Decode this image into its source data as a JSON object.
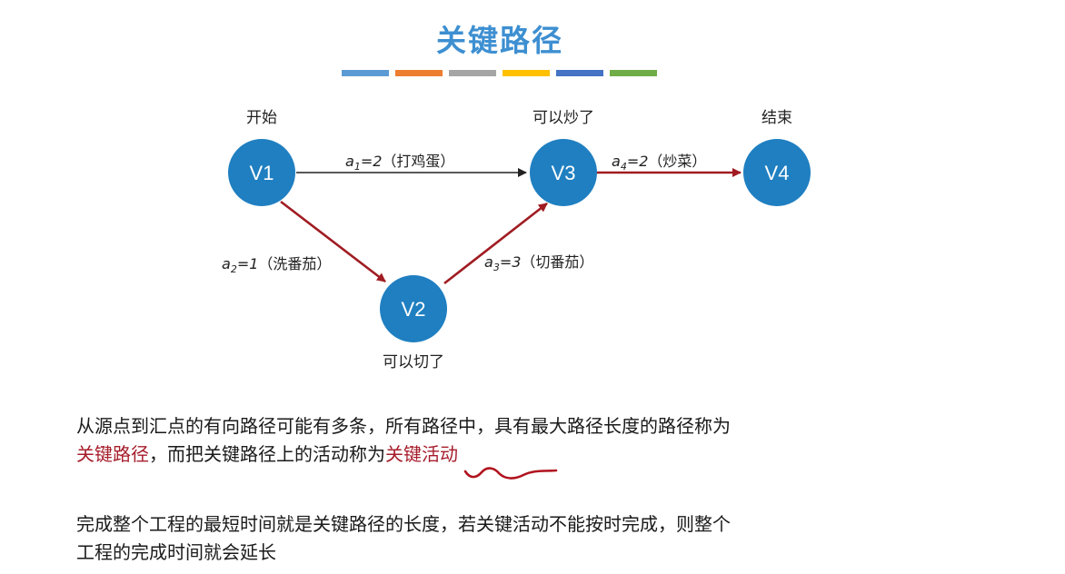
{
  "title": "关键路径",
  "color_bar": [
    "#5b9bd5",
    "#ed7d31",
    "#a5a5a5",
    "#ffc000",
    "#4472c4",
    "#70ad47"
  ],
  "colors": {
    "node": "#1f7fc1",
    "critical_edge": "#a01c22",
    "normal_edge": "#222222",
    "highlight": "#a61d2b"
  },
  "nodes": [
    {
      "id": "V1",
      "caption": "开始"
    },
    {
      "id": "V2",
      "caption": "可以切了"
    },
    {
      "id": "V3",
      "caption": "可以炒了"
    },
    {
      "id": "V4",
      "caption": "结束"
    }
  ],
  "edges": [
    {
      "var": "a",
      "sub": "1",
      "value": "=2",
      "desc": "（打鸡蛋）",
      "critical": false
    },
    {
      "var": "a",
      "sub": "2",
      "value": "=1",
      "desc": "（洗番茄）",
      "critical": true
    },
    {
      "var": "a",
      "sub": "3",
      "value": "=3",
      "desc": "（切番茄）",
      "critical": true
    },
    {
      "var": "a",
      "sub": "4",
      "value": "=2",
      "desc": "（炒菜）",
      "critical": true
    }
  ],
  "paragraph1": {
    "line1": "从源点到汇点的有向路径可能有多条，所有路径中，具有最大路径长度的路径称为",
    "term1": "关键路径",
    "mid": "，而把关键路径上的活动称为",
    "term2": "关键活动"
  },
  "paragraph2": {
    "line1": "完成整个工程的最短时间就是关键路径的长度，若关键活动不能按时完成，则整个",
    "line2": "工程的完成时间就会延长"
  }
}
